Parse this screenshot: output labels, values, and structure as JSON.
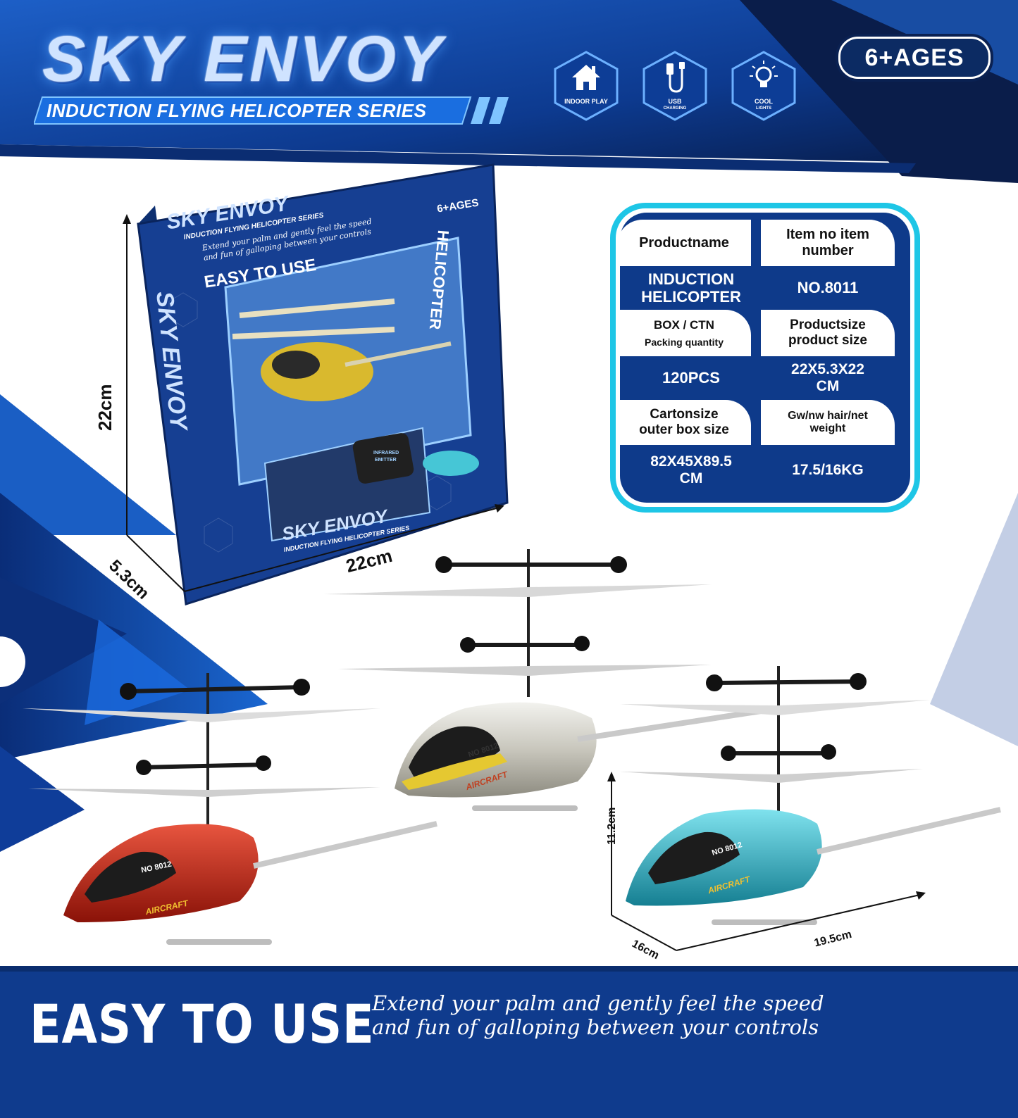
{
  "header": {
    "brand_title": "SKY ENVOY",
    "series_subtitle": "INDUCTION FLYING HELICOPTER SERIES",
    "age_badge": "6+AGES",
    "feature_badges": [
      {
        "label": "INDOOR PLAY",
        "icon": "house-icon"
      },
      {
        "label": "USB",
        "sublabel": "CHARGING",
        "icon": "usb-cable-icon"
      },
      {
        "label": "COOL",
        "sublabel": "LIGHTS",
        "icon": "light-bulb-icon"
      }
    ]
  },
  "package": {
    "box_title": "SKY ENVOY",
    "box_subtitle": "INDUCTION FLYING HELICOPTER SERIES",
    "box_age": "6+AGES",
    "box_slogan": "EASY TO USE",
    "box_tagline_1": "Extend your palm and gently feel the speed",
    "box_tagline_2": "and fun of galloping between your controls",
    "box_side_text": "HELICOPTER",
    "box_side_brand": "SKY ENVOY",
    "controller_label_1": "INFRARED",
    "controller_label_2": "EMITTER",
    "height_label": "22cm",
    "width_label": "22cm",
    "depth_label": "5.3cm"
  },
  "specs": {
    "cells": [
      {
        "head": "Productname",
        "value_1": "INDUCTION",
        "value_2": "HELICOPTER"
      },
      {
        "head_1": "Item no item",
        "head_2": "number",
        "value": "NO.8011"
      },
      {
        "head_1": "BOX / CTN",
        "head_2": "Packing quantity",
        "value": "120PCS"
      },
      {
        "head_1": "Productsize",
        "head_2": "product size",
        "value_1": "22X5.3X22",
        "value_2": "CM"
      },
      {
        "head_1": "Cartonsize",
        "head_2": "outer box size",
        "value_1": "82X45X89.5",
        "value_2": "CM"
      },
      {
        "head_1": "Gw/nw hair/net",
        "head_2": "weight",
        "value": "17.5/16KG"
      }
    ]
  },
  "helicopters": {
    "model_label": "NO 8012",
    "decal": "AIRCRAFT",
    "colors": {
      "red": "#c9261b",
      "gold": "#d9c23a",
      "teal": "#2fb8c9"
    },
    "height_label": "11.2cm",
    "depth_label": "16cm",
    "length_label": "19.5cm"
  },
  "footer": {
    "title": "EASY TO USE",
    "tagline_1": "Extend your palm and gently feel the speed",
    "tagline_2": "and fun of galloping between your controls"
  },
  "colors": {
    "navy": "#0c2b63",
    "royal": "#1654b8",
    "cyan": "#19c6ea",
    "band": "#0f3b8d"
  }
}
